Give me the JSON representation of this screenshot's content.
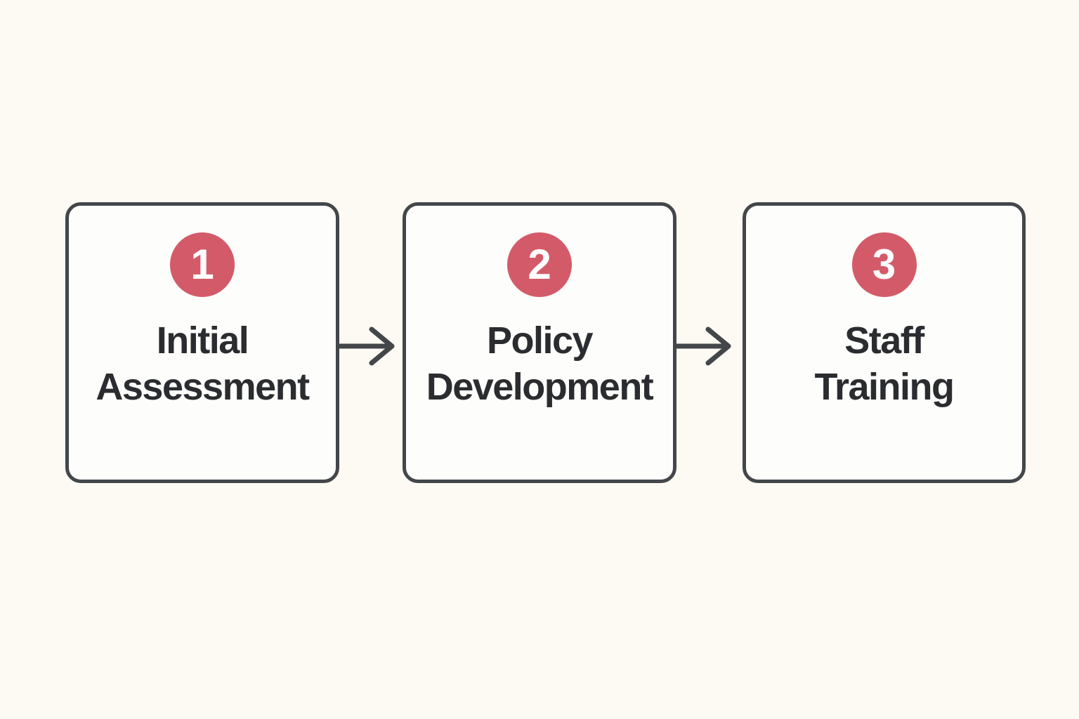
{
  "diagram": {
    "type": "process-flow",
    "direction": "left-to-right",
    "steps": [
      {
        "number": "1",
        "label": "Initial Assessment",
        "line1": "Initial",
        "line2": "Assessment"
      },
      {
        "number": "2",
        "label": "Policy Development",
        "line1": "Policy",
        "line2": "Development"
      },
      {
        "number": "3",
        "label": "Staff Training",
        "line1": "Staff",
        "line2": "Training"
      }
    ],
    "connectors": [
      {
        "from": "1",
        "to": "2",
        "shape": "right-arrow"
      },
      {
        "from": "2",
        "to": "3",
        "shape": "right-arrow"
      }
    ],
    "colors": {
      "background": "#fcfaf2",
      "box_fill": "#fdfdfb",
      "box_border": "#43474a",
      "badge_fill": "#d35b69",
      "badge_text": "#ffffff",
      "label_text": "#2a2c2f",
      "arrow": "#43474a"
    }
  }
}
